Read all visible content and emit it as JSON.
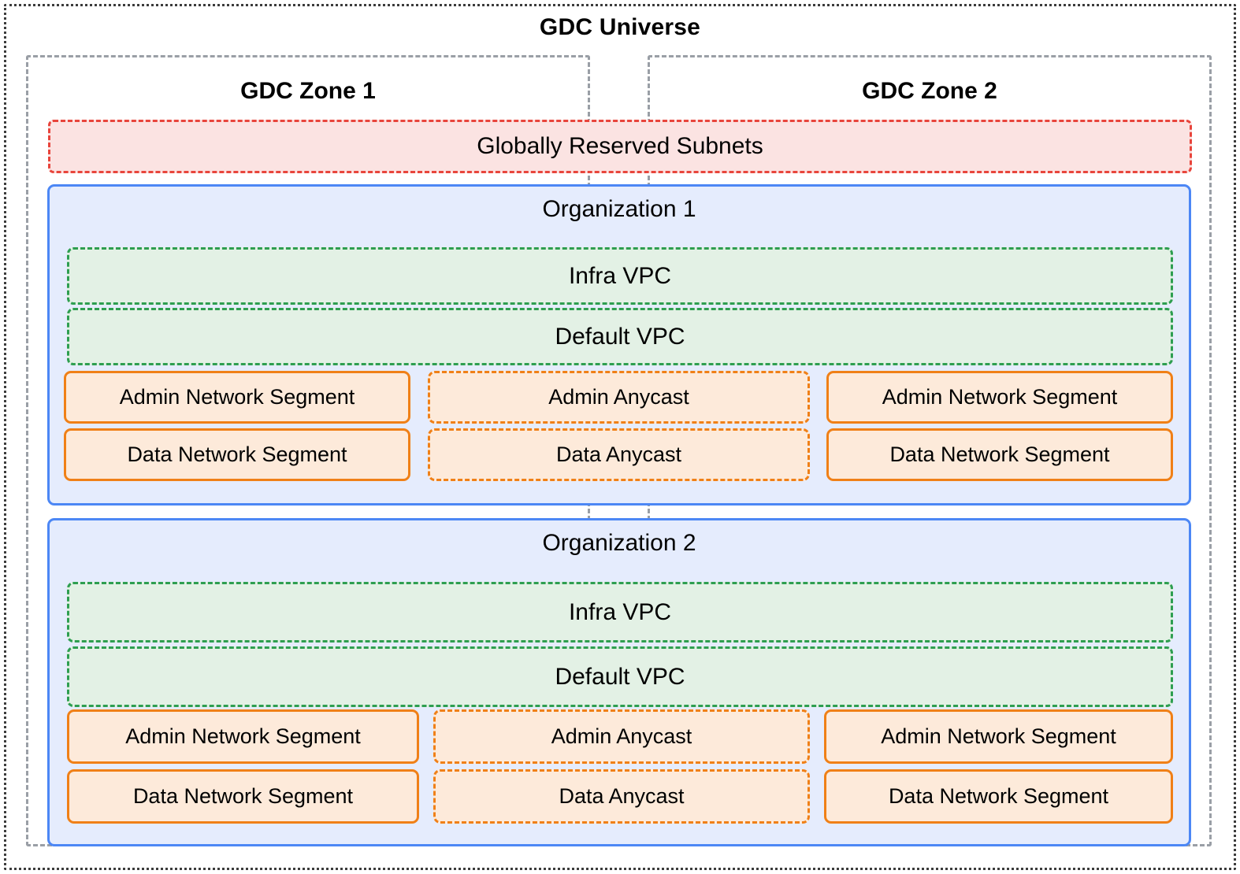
{
  "universe": {
    "title": "GDC Universe"
  },
  "zones": [
    {
      "title": "GDC Zone 1"
    },
    {
      "title": "GDC Zone 2"
    }
  ],
  "reserved_subnets": {
    "label": "Globally Reserved Subnets"
  },
  "organizations": [
    {
      "title": "Organization 1",
      "vpcs": [
        {
          "label": "Infra VPC"
        },
        {
          "label": "Default VPC"
        }
      ],
      "segments": {
        "zone1_admin": "Admin Network Segment",
        "zone1_data": "Data Network Segment",
        "anycast_admin": "Admin Anycast",
        "anycast_data": "Data Anycast",
        "zone2_admin": "Admin Network Segment",
        "zone2_data": "Data Network Segment"
      }
    },
    {
      "title": "Organization 2",
      "vpcs": [
        {
          "label": "Infra VPC"
        },
        {
          "label": "Default VPC"
        }
      ],
      "segments": {
        "zone1_admin": "Admin Network Segment",
        "zone1_data": "Data Network Segment",
        "anycast_admin": "Admin Anycast",
        "anycast_data": "Data Anycast",
        "zone2_admin": "Admin Network Segment",
        "zone2_data": "Data Network Segment"
      }
    }
  ],
  "colors": {
    "universe_border": "#3c3c3c",
    "zone_border": "#9a9fa6",
    "reserved_border": "#e8453c",
    "reserved_fill": "#fbe3e2",
    "org_border": "#4c87f5",
    "org_fill": "#e5ecfd",
    "vpc_border": "#2e9e50",
    "vpc_fill": "#e3f1e5",
    "segment_border": "#f08017",
    "segment_fill": "#fdeada"
  }
}
